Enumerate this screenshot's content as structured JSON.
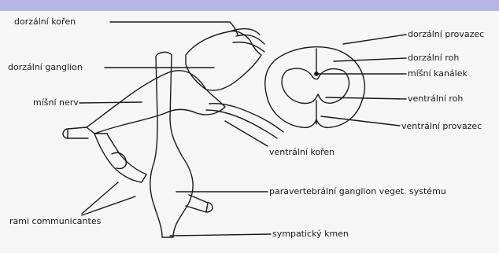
{
  "labels": {
    "dorsal_root": "dorzální kořen",
    "dorsal_ganglion": "dorzální ganglion",
    "spinal_nerve": "míšní nerv",
    "rami": "rami communicantes",
    "dorsal_funiculus": "dorzální provazec",
    "dorsal_horn": "dorzální roh",
    "central_canal": "míšní kanálek",
    "ventral_horn": "ventrální roh",
    "ventral_funiculus": "ventrální provazec",
    "ventral_root": "ventrální kořen",
    "paravertebral_ganglion": "paravertebrální ganglion veget. systému",
    "sympathetic_trunk": "sympatický kmen"
  },
  "colors": {
    "header_bar": "#b4b7e6",
    "ink": "#1a1a1a",
    "paper": "#f6f6f6"
  }
}
